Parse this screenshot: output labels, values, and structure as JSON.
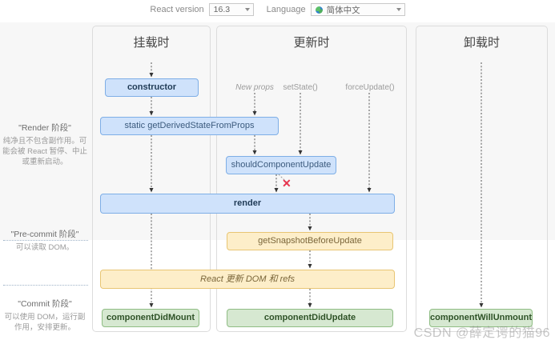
{
  "toolbar": {
    "version_label": "React version",
    "version_value": "16.3",
    "language_label": "Language",
    "language_value": "简体中文",
    "globe_icon": "globe-icon",
    "caret_icon": "chevron-down-icon"
  },
  "sidebar": {
    "notes": [
      {
        "title": "\"Render 阶段\"",
        "body": "纯净且不包含副作用。可能会被 React 暂停、中止或重新启动。"
      },
      {
        "title": "\"Pre-commit 阶段\"",
        "body": "可以读取 DOM。"
      },
      {
        "title": "\"Commit 阶段\"",
        "body": "可以使用 DOM，运行副作用，安排更新。"
      }
    ]
  },
  "columns": [
    {
      "id": "mount",
      "title": "挂载时"
    },
    {
      "id": "update",
      "title": "更新时"
    },
    {
      "id": "unmount",
      "title": "卸载时"
    }
  ],
  "triggers": [
    {
      "label": "New props"
    },
    {
      "label": "setState()"
    },
    {
      "label": "forceUpdate()"
    }
  ],
  "boxes": {
    "constructor": "constructor",
    "get_derived_state_from_props": "static getDerivedStateFromProps",
    "should_component_update": "shouldComponentUpdate",
    "render": "render",
    "get_snapshot_before_update": "getSnapshotBeforeUpdate",
    "react_dom_update": "React 更新 DOM 和 refs",
    "component_did_mount": "componentDidMount",
    "component_did_update": "componentDidUpdate",
    "component_will_unmount": "componentWillUnmount"
  },
  "markers": {
    "skip_x": "✕"
  },
  "watermark": "CSDN @薛定谔的猫96",
  "colors": {
    "blue_fill": "#cfe2fb",
    "blue_border": "#7eaee6",
    "yellow_fill": "#fdeec9",
    "yellow_border": "#e8c573",
    "green_fill": "#d6e8d1",
    "green_border": "#8fbd84",
    "band_bg": "#f7f7f7",
    "x_color": "#e8344e"
  }
}
